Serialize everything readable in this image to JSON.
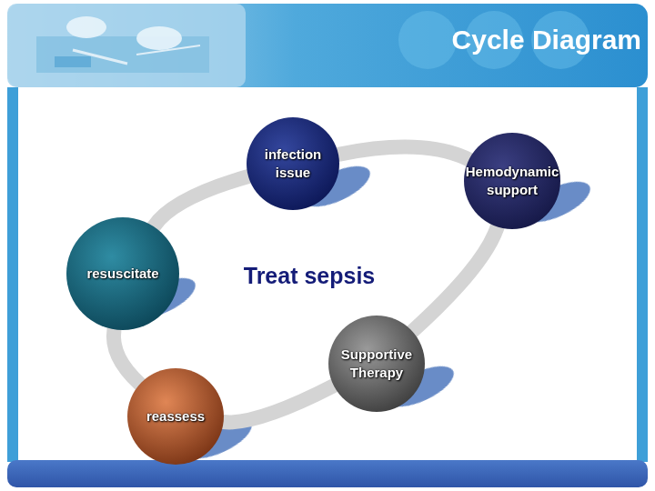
{
  "diagram": {
    "title": "Cycle Diagram",
    "nodes": [
      {
        "text": [
          "infection issue"
        ]
      },
      {
        "text": [
          "Hemodynamic support"
        ]
      },
      {
        "text": [
          "resuscitate"
        ]
      },
      {
        "text": [
          "Supportive Therapy"
        ]
      },
      {
        "text": [
          "reassess"
        ]
      }
    ],
    "edges": [
      {
        "from": 0,
        "to": 1,
        "arrow": "none"
      },
      {
        "from": 1,
        "to": 3,
        "arrow": "none"
      },
      {
        "from": 3,
        "to": 4,
        "arrow": "none"
      },
      {
        "from": 4,
        "to": 2,
        "arrow": "none"
      },
      {
        "from": 2,
        "to": 0,
        "arrow": "none"
      }
    ],
    "labels": [
      "Treat sepsis"
    ]
  }
}
